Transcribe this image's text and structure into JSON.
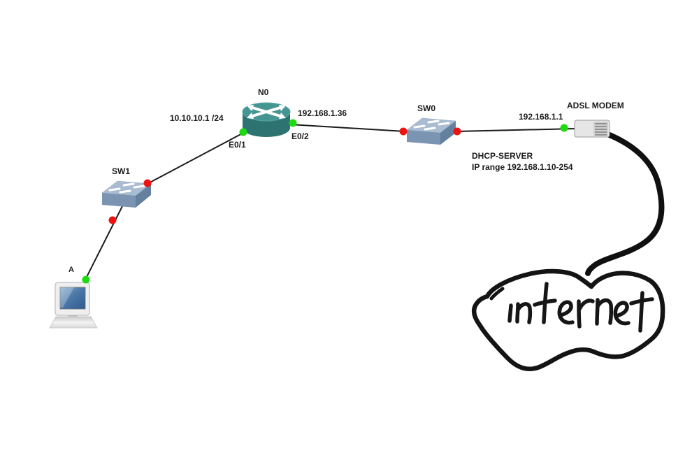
{
  "diagram": {
    "background": "#ffffff",
    "devices": {
      "pc_a": {
        "label": "A",
        "type": "computer"
      },
      "sw1": {
        "label": "SW1",
        "type": "switch"
      },
      "router_n0": {
        "label": "N0",
        "type": "router"
      },
      "sw0": {
        "label": "SW0",
        "type": "switch"
      },
      "adsl_modem": {
        "label": "ADSL MODEM",
        "type": "modem"
      },
      "internet_cloud": {
        "label": "internet",
        "type": "hand-drawn-cloud"
      }
    },
    "link_labels": {
      "lan_ip": "10.10.10.1 /24",
      "if_e01": "E0/1",
      "if_e02": "E0/2",
      "wan_ip": "192.168.1.36",
      "modem_ip": "192.168.1.1"
    },
    "annotations": {
      "dhcp_title": "DHCP-SERVER",
      "dhcp_range": "IP range 192.168.1.10-254"
    },
    "status_colors": {
      "port_up_green": "#1edb10",
      "port_down_red": "#ef1212",
      "link_line": "#1c1c1c",
      "marker_ink": "#141414",
      "router_teal": "#2f7e7c",
      "switch_blue": "#7a94b2"
    }
  }
}
